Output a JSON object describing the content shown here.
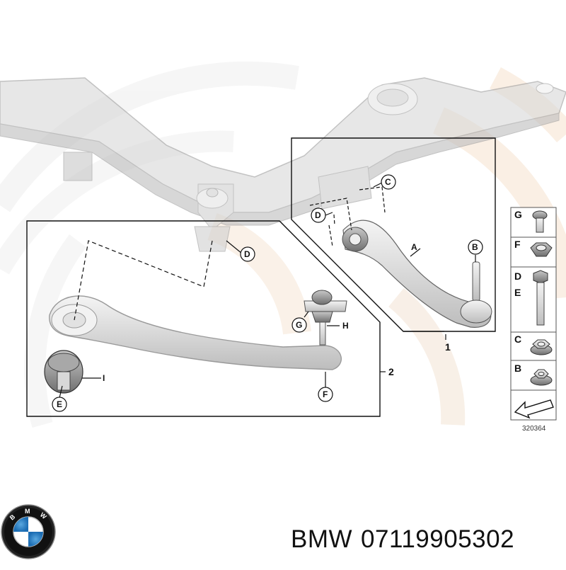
{
  "diagram": {
    "diagram_number": "320364",
    "group_numbers": [
      "1",
      "2"
    ],
    "callouts": {
      "A": "A",
      "B": "B",
      "C": "C",
      "D": "D",
      "E": "E",
      "F": "F",
      "G": "G",
      "H": "H",
      "I": "I"
    },
    "legend": [
      {
        "letters": [
          "G"
        ],
        "icon": "bolt-icon"
      },
      {
        "letters": [
          "F"
        ],
        "icon": "hex-nut-icon"
      },
      {
        "letters": [
          "D",
          "E"
        ],
        "icon": "long-bolt-icon"
      },
      {
        "letters": [
          "C"
        ],
        "icon": "flange-nut-icon"
      },
      {
        "letters": [
          "B"
        ],
        "icon": "self-locking-nut-icon"
      },
      {
        "letters": [],
        "icon": "arrow-icon"
      }
    ]
  },
  "footer": {
    "brand": "BMW",
    "part_number": "07119905302",
    "logo_letters": "BMW"
  }
}
